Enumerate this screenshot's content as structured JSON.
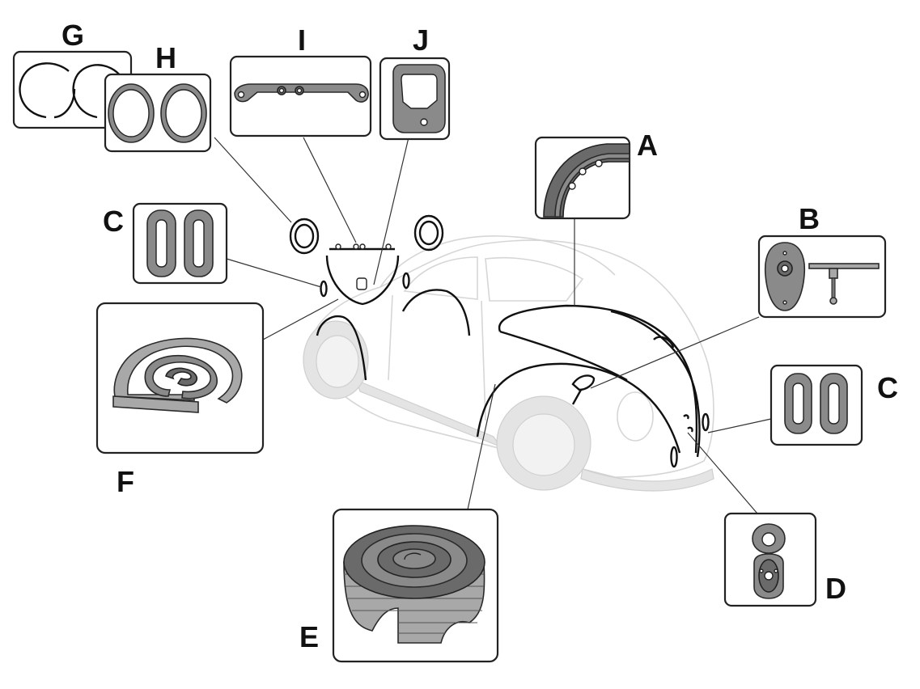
{
  "callouts": {
    "A": "A",
    "B": "B",
    "C_left": "C",
    "C_right": "C",
    "D": "D",
    "E": "E",
    "F": "F",
    "G": "G",
    "H": "H",
    "I": "I",
    "J": "J"
  },
  "colors": {
    "rubber": "#8a8a8a",
    "rubber_light": "#a8a8a8",
    "rubber_dark": "#6a6a6a",
    "outline": "#222222",
    "car_ghost": "#d6d6d6"
  }
}
